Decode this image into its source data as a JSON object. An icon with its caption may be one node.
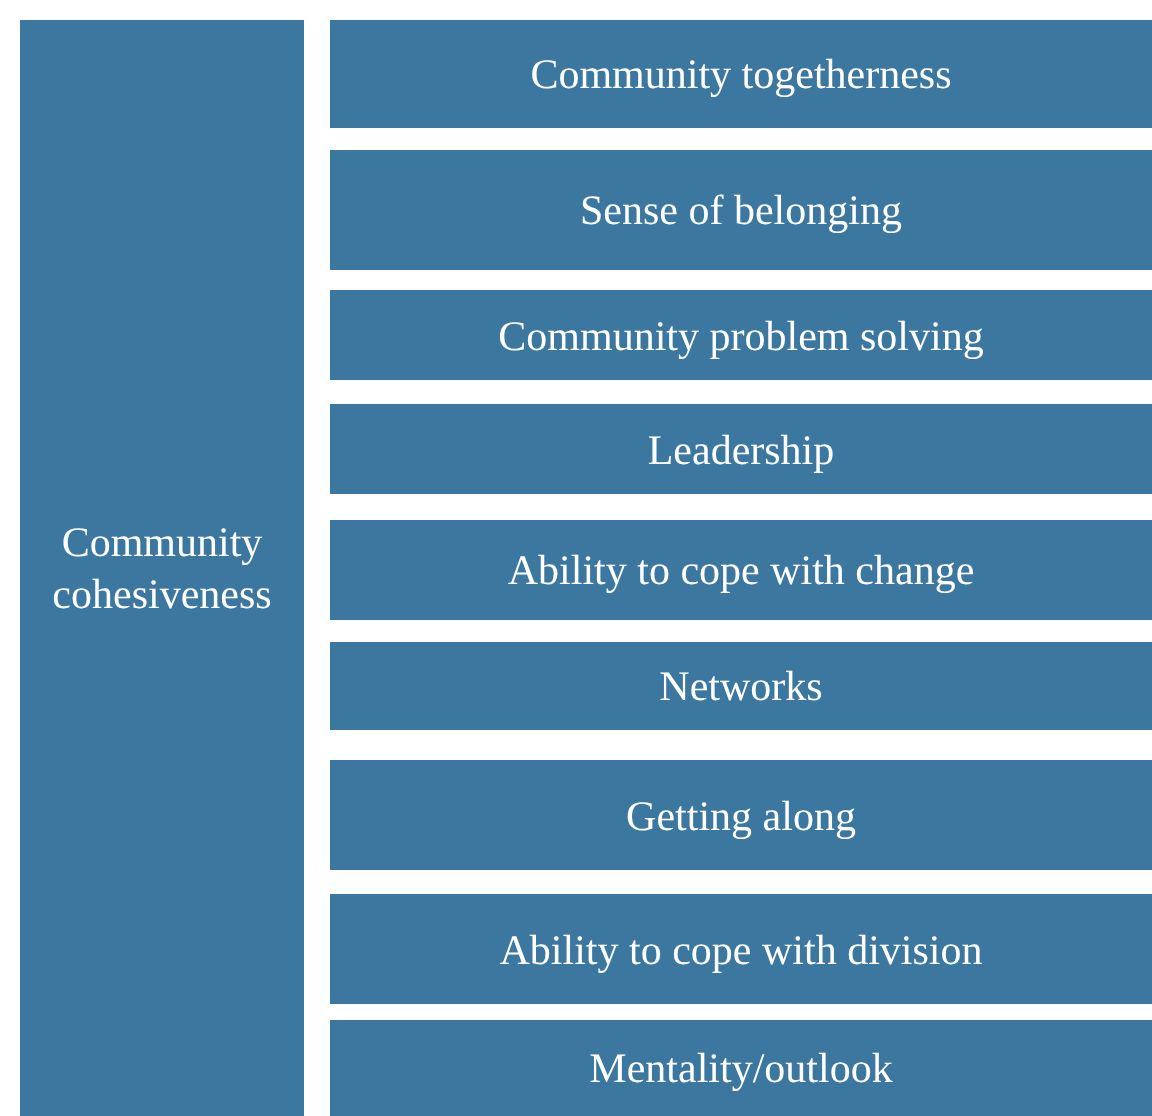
{
  "diagram": {
    "nodes": [
      {
        "text": [
          "Community cohesiveness"
        ]
      },
      {
        "text": [
          "Community togetherness"
        ]
      },
      {
        "text": [
          "Sense of belonging"
        ]
      },
      {
        "text": [
          "Community problem solving"
        ]
      },
      {
        "text": [
          "Leadership"
        ]
      },
      {
        "text": [
          "Ability to cope with change"
        ]
      },
      {
        "text": [
          "Networks"
        ]
      },
      {
        "text": [
          "Getting along"
        ]
      },
      {
        "text": [
          "Ability to cope with division"
        ]
      },
      {
        "text": [
          "Mentality/outlook"
        ]
      }
    ]
  }
}
